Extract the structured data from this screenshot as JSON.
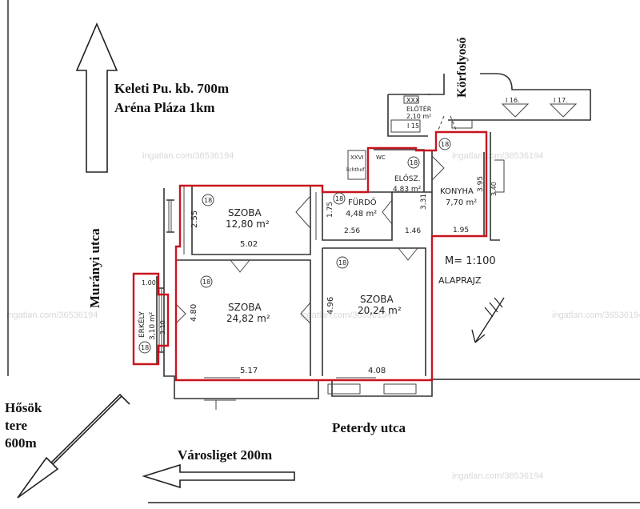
{
  "colors": {
    "outline": "#c8141e",
    "ink": "#222222",
    "watermark": "#d8d8d8"
  },
  "directions": {
    "north_line1": "Keleti Pu. kb. 700m",
    "north_line2": "Aréna Pláza 1km",
    "west_street": "Murányi utca",
    "corridor": "Körfolyosó",
    "sw_line1": "Hősök",
    "sw_line2": "tere",
    "sw_line3": "600m",
    "south_street": "Peterdy utca",
    "west_arrow": "Városliget 200m"
  },
  "watermark": "ingatlan.com/36536194",
  "plan": {
    "scale": "M= 1:100",
    "title": "ALAPRAJZ",
    "rooms": [
      {
        "name": "SZOBA",
        "area": "12,80 m²",
        "num": "18"
      },
      {
        "name": "SZOBA",
        "area": "24,82 m²",
        "num": "18"
      },
      {
        "name": "SZOBA",
        "area": "20,24 m²",
        "num": "18"
      },
      {
        "name": "FÜRDŐ",
        "area": "4,48 m²",
        "num": "18"
      },
      {
        "name": "ELŐSZ.",
        "area": "4,83 m²",
        "num": "18"
      },
      {
        "name": "KONYHA",
        "area": "7,70 m²",
        "num": "18"
      },
      {
        "name": "ERKÉLY",
        "area": "3,10 m²",
        "num": "18"
      }
    ],
    "dims": [
      "2.55",
      "5.02",
      "4.80",
      "5.17",
      "4.96",
      "4.08",
      "1.75",
      "2.56",
      "1.46",
      "3.31",
      "3.95",
      "1.95",
      "1.00",
      "3.10",
      "3.40"
    ],
    "misc": [
      "XXX",
      "ELŐTÉR",
      "2,10 m²",
      "I 16.",
      "I 17.",
      "I 15",
      "XXVI",
      "WC",
      "lichthof"
    ]
  }
}
